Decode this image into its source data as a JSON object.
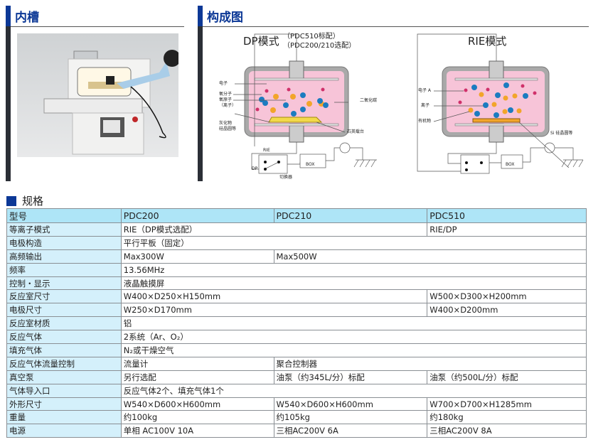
{
  "sections": {
    "chamber": "内槽",
    "diagram": "构成图",
    "spec": "规格"
  },
  "dp": {
    "title": "DP模式",
    "note1": "（PDC510标配）",
    "note2": "（PDC200/210选配）",
    "labels": {
      "electron": "电子",
      "o2": "氧分子",
      "o_atom": "氧原子",
      "ion": "（离子）",
      "ash1": "灰化物",
      "ash2": "硅晶圆等",
      "co2": "二氧化碳",
      "stage": "石英载台",
      "rie": "RIE",
      "dp": "DP",
      "switch": "切换器",
      "box": "BOX"
    }
  },
  "rie": {
    "title": "RIE模式",
    "labels": {
      "electron": "电子 A",
      "ion": "离子",
      "organic": "有机物",
      "wafer": "Si 硅晶圆等",
      "box": "BOX"
    }
  },
  "colors": {
    "accent": "#0c3896",
    "header": "#aee5f7",
    "key": "#d4f0fb",
    "plasma": "#f7c4d8"
  },
  "table": {
    "header": [
      "型号",
      "PDC200",
      "PDC210",
      "PDC510"
    ],
    "rows": [
      {
        "k": "等离子模式",
        "v": [
          "RIE（DP模式选配）",
          "RIE/DP"
        ],
        "span": [
          2,
          1
        ]
      },
      {
        "k": "电极构造",
        "v": [
          "平行平板（固定）"
        ],
        "span": [
          3
        ]
      },
      {
        "k": "高频输出",
        "v": [
          "Max300W",
          "Max500W"
        ],
        "span": [
          1,
          2
        ]
      },
      {
        "k": "频率",
        "v": [
          "13.56MHz"
        ],
        "span": [
          3
        ]
      },
      {
        "k": "控制・显示",
        "v": [
          "液晶触摸屏"
        ],
        "span": [
          3
        ]
      },
      {
        "k": "反应室尺寸",
        "v": [
          "W400×D250×H150mm",
          "W500×D300×H200mm"
        ],
        "span": [
          2,
          1
        ]
      },
      {
        "k": "电极尺寸",
        "v": [
          "W250×D170mm",
          "W400×D200mm"
        ],
        "span": [
          2,
          1
        ]
      },
      {
        "k": "反应室材质",
        "v": [
          "铝"
        ],
        "span": [
          3
        ]
      },
      {
        "k": "反应气体",
        "v": [
          "2系统（Ar、O₂）"
        ],
        "span": [
          3
        ]
      },
      {
        "k": "填充气体",
        "v": [
          "N₂或干燥空气"
        ],
        "span": [
          3
        ]
      },
      {
        "k": "反应气体流量控制",
        "v": [
          "流量计",
          "聚合控制器"
        ],
        "span": [
          1,
          2
        ]
      },
      {
        "k": "真空泵",
        "v": [
          "另行选配",
          "油泵（约345L/分）标配",
          "油泵（约500L/分）标配"
        ],
        "span": [
          1,
          1,
          1
        ]
      },
      {
        "k": "气体导入口",
        "v": [
          "反应气体2个、填充气体1个"
        ],
        "span": [
          3
        ]
      },
      {
        "k": "外形尺寸",
        "v": [
          "W540×D600×H600mm",
          "W540×D600×H600mm",
          "W700×D700×H1285mm"
        ],
        "span": [
          1,
          1,
          1
        ]
      },
      {
        "k": "重量",
        "v": [
          "约100kg",
          "约105kg",
          "约180kg"
        ],
        "span": [
          1,
          1,
          1
        ]
      },
      {
        "k": "电源",
        "v": [
          "单相 AC100V 10A",
          "三相AC200V 6A",
          "三相AC200V 8A"
        ],
        "span": [
          1,
          1,
          1
        ]
      }
    ]
  }
}
